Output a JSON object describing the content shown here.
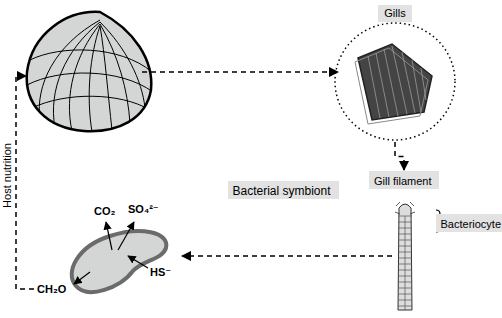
{
  "diagram": {
    "nodes": [
      {
        "text": [
          "Gills"
        ]
      },
      {
        "text": [
          "Gill filament"
        ]
      },
      {
        "text": [
          "Bacteriocyte"
        ]
      },
      {
        "text": [
          "Bacterial symbiont"
        ]
      }
    ],
    "edges": [
      {
        "from": 0,
        "to": 1,
        "arrow": "to"
      }
    ],
    "labels": [
      "CO₂",
      "SO₄²⁻",
      "HS⁻",
      "CH₂O",
      "Host nutrition"
    ]
  }
}
